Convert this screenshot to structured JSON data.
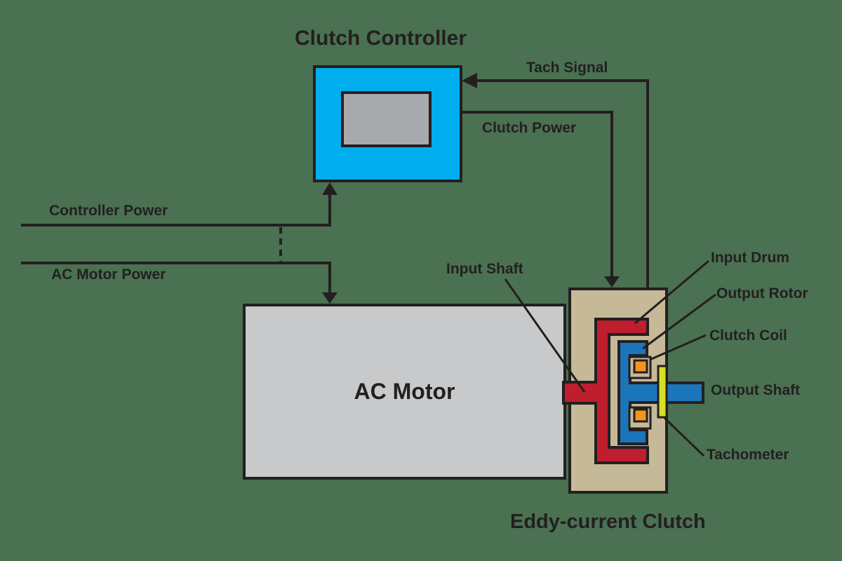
{
  "titles": {
    "controller": "Clutch Controller",
    "clutch": "Eddy-current Clutch"
  },
  "labels": {
    "tach_signal": "Tach Signal",
    "clutch_power": "Clutch Power",
    "controller_power": "Controller Power",
    "ac_motor_power": "AC Motor Power",
    "ac_motor": "AC Motor",
    "input_shaft": "Input Shaft",
    "input_drum": "Input Drum",
    "output_rotor": "Output Rotor",
    "clutch_coil": "Clutch Coil",
    "output_shaft": "Output Shaft",
    "tachometer": "Tachometer"
  },
  "colors": {
    "background": "#4A7151",
    "line_black": "#231F20",
    "controller_cyan": "#00AEEF",
    "display_gray": "#A7A9AC",
    "motor_gray": "#C8C9CA",
    "housing_tan": "#C6B998",
    "drum_red": "#BE1E2D",
    "rotor_blue": "#1B75BB",
    "coil_orange": "#F7941E",
    "tach_yellow": "#D7DF23"
  }
}
